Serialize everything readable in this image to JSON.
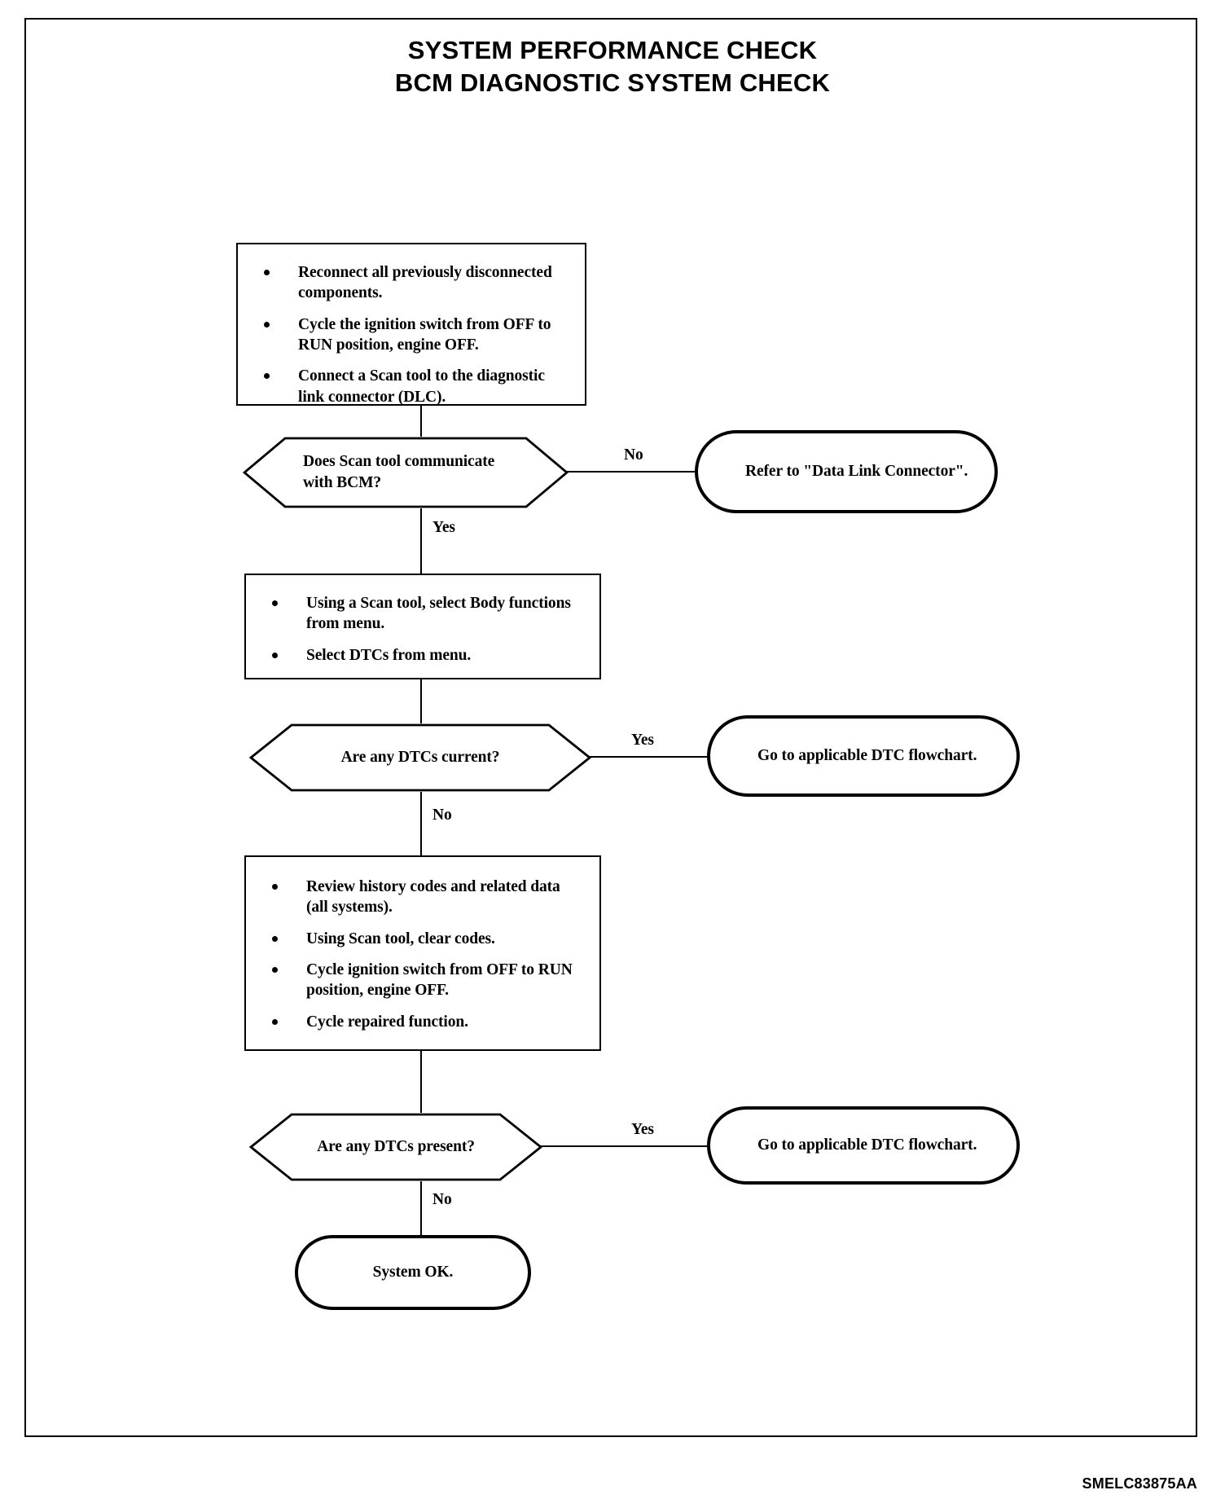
{
  "document": {
    "title_lines": [
      "SYSTEM PERFORMANCE CHECK",
      "BCM DIAGNOSTIC SYSTEM CHECK"
    ],
    "footer_code": "SMELC83875AA"
  },
  "diagram": {
    "type": "flowchart",
    "steps": {
      "step1": {
        "shape": "process",
        "bullets": [
          "Reconnect all previously disconnected components.",
          "Cycle the ignition switch from OFF to RUN position, engine OFF.",
          "Connect a Scan tool to the diagnostic link connector (DLC)."
        ]
      },
      "decision1": {
        "shape": "decision",
        "text": "Does Scan tool communicate with BCM?",
        "no_label": "No",
        "yes_label": "Yes"
      },
      "terminal1": {
        "shape": "terminal",
        "text": "Refer to \"Data Link Connector\"."
      },
      "step2": {
        "shape": "process",
        "bullets": [
          "Using a Scan tool, select Body functions from menu.",
          "Select DTCs from menu."
        ]
      },
      "decision2": {
        "shape": "decision",
        "text": "Are any DTCs current?",
        "yes_label": "Yes",
        "no_label": "No"
      },
      "terminal2": {
        "shape": "terminal",
        "text": "Go to applicable DTC flowchart."
      },
      "step3": {
        "shape": "process",
        "bullets": [
          "Review history codes and related data (all systems).",
          "Using Scan tool, clear codes.",
          "Cycle ignition switch from OFF to RUN position, engine OFF.",
          "Cycle repaired function."
        ]
      },
      "decision3": {
        "shape": "decision",
        "text": "Are any DTCs present?",
        "yes_label": "Yes",
        "no_label": "No"
      },
      "terminal3": {
        "shape": "terminal",
        "text": "Go to applicable DTC flowchart."
      },
      "terminal4": {
        "shape": "terminal",
        "text": "System OK."
      }
    }
  },
  "colors": {
    "ink": "#000000",
    "paper": "#ffffff"
  }
}
